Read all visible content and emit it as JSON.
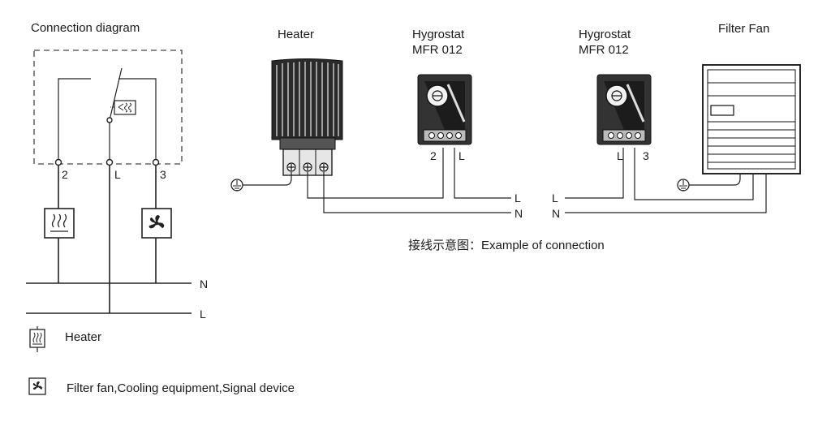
{
  "schematic": {
    "title": "Connection diagram",
    "terminals": [
      "2",
      "L",
      "3"
    ],
    "bus_labels": [
      "N",
      "L"
    ]
  },
  "legend": {
    "heater": "Heater",
    "fan": "Filter fan,Cooling equipment,Signal device"
  },
  "devices": {
    "heater": "Heater",
    "hygrostat_a": [
      "Hygrostat",
      "MFR 012"
    ],
    "hygrostat_b": [
      "Hygrostat",
      "MFR 012"
    ],
    "filter_fan": "Filter Fan"
  },
  "terminals_a": [
    "2",
    "L"
  ],
  "terminals_b": [
    "L",
    "3"
  ],
  "line_labels": {
    "left": [
      "L",
      "N"
    ],
    "right": [
      "L",
      "N"
    ]
  },
  "caption": "接线示意图：Example of connection"
}
